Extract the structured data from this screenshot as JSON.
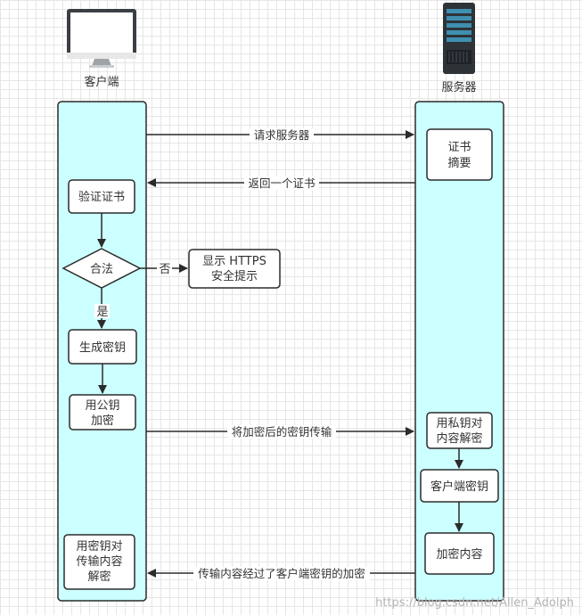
{
  "actors": {
    "client_label": "客户端",
    "server_label": "服务器"
  },
  "server_nodes": {
    "cert_digest": [
      "证书",
      "摘要"
    ],
    "private_decrypt": [
      "用私钥对",
      "内容解密"
    ],
    "client_key": "客户端密钥",
    "encrypt_content": "加密内容"
  },
  "client_nodes": {
    "verify_cert": "验证证书",
    "decision": "合法",
    "yes_label": "是",
    "no_label": "否",
    "warning": [
      "显示 HTTPS",
      "安全提示"
    ],
    "gen_key": "生成密钥",
    "public_encrypt": [
      "用公钥",
      "加密"
    ],
    "decrypt_with_key": [
      "用密钥对",
      "传输内容",
      "解密"
    ]
  },
  "messages": {
    "request_server": "请求服务器",
    "return_cert": "返回一个证书",
    "send_encrypted_key": "将加密后的密钥传输",
    "send_encrypted_content": "传输内容经过了客户端密钥的加密"
  },
  "watermark": "https://blog.csdn.net/Allen_Adolph",
  "colors": {
    "lane_fill": "#ccffff",
    "stroke": "#2b2b2b",
    "box_fill": "#ffffff",
    "grid": "#e6e6e6"
  },
  "icons": {
    "client": "monitor-icon",
    "server": "server-rack-icon"
  }
}
